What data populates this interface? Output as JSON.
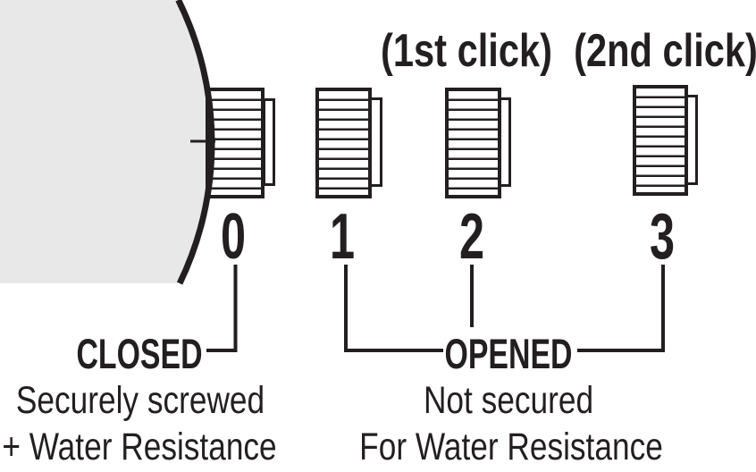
{
  "colors": {
    "ink": "#231f20",
    "case_fill": "#e8e8e8",
    "background": "#ffffff"
  },
  "crown_positions": [
    {
      "number": "0",
      "annotation": ""
    },
    {
      "number": "1",
      "annotation": ""
    },
    {
      "number": "2",
      "annotation": "(1st click)"
    },
    {
      "number": "3",
      "annotation": "(2nd click)"
    }
  ],
  "closed_group": {
    "label": "CLOSED",
    "description_line1": "Securely screwed",
    "description_line2": "+ Water Resistance"
  },
  "opened_group": {
    "label": "OPENED",
    "description_line1": "Not secured",
    "description_line2": "For Water Resistance"
  }
}
